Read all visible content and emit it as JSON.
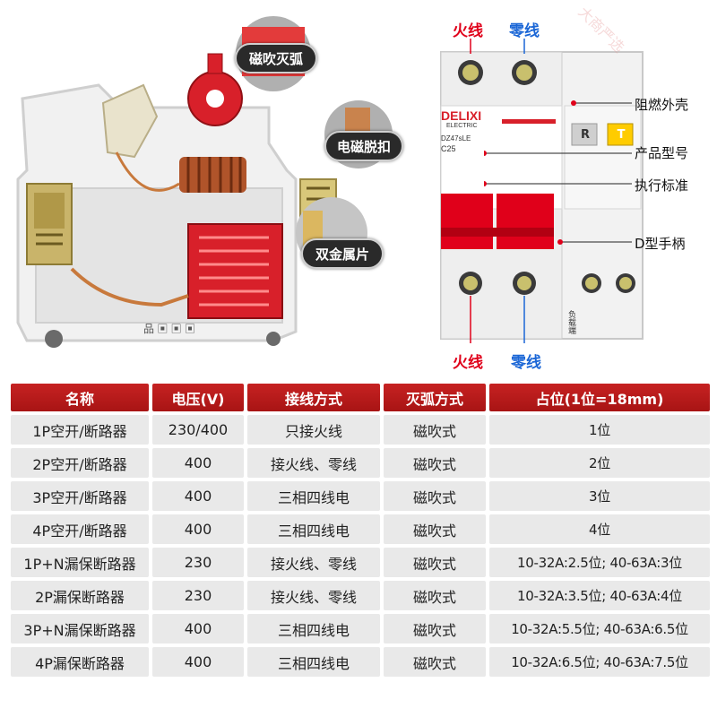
{
  "watermark": "大商严选",
  "cutaway": {
    "callouts": [
      "磁吹灭弧",
      "电磁脱扣",
      "双金属片"
    ],
    "base_code": "品 ▣ ▣ ▣"
  },
  "device": {
    "wire_labels": {
      "top_live": "火线",
      "top_neutral": "零线",
      "bottom_live": "火线",
      "bottom_neutral": "零线"
    },
    "side_labels": [
      "阻燃外壳",
      "产品型号",
      "执行标准",
      "D型手柄"
    ],
    "brand": "DELIXI",
    "brand_sub": "ELECTRIC",
    "model": "DZ47sLE",
    "rating": "C25",
    "button_r": "R",
    "button_t": "T",
    "load_label": "负载端",
    "accent": "#e0001a"
  },
  "table": {
    "headers": [
      "名称",
      "电压(V)",
      "接线方式",
      "灭弧方式",
      "占位(1位=18mm)"
    ],
    "rows": [
      [
        "1P空开/断路器",
        "230/400",
        "只接火线",
        "磁吹式",
        "1位"
      ],
      [
        "2P空开/断路器",
        "400",
        "接火线、零线",
        "磁吹式",
        "2位"
      ],
      [
        "3P空开/断路器",
        "400",
        "三相四线电",
        "磁吹式",
        "3位"
      ],
      [
        "4P空开/断路器",
        "400",
        "三相四线电",
        "磁吹式",
        "4位"
      ],
      [
        "1P+N漏保断路器",
        "230",
        "接火线、零线",
        "磁吹式",
        "10-32A:2.5位; 40-63A:3位"
      ],
      [
        "2P漏保断路器",
        "230",
        "接火线、零线",
        "磁吹式",
        "10-32A:3.5位; 40-63A:4位"
      ],
      [
        "3P+N漏保断路器",
        "400",
        "三相四线电",
        "磁吹式",
        "10-32A:5.5位; 40-63A:6.5位"
      ],
      [
        "4P漏保断路器",
        "400",
        "三相四线电",
        "磁吹式",
        "10-32A:6.5位; 40-63A:7.5位"
      ]
    ],
    "header_color": "#b81b1b",
    "cell_color": "#e9e9e9"
  }
}
